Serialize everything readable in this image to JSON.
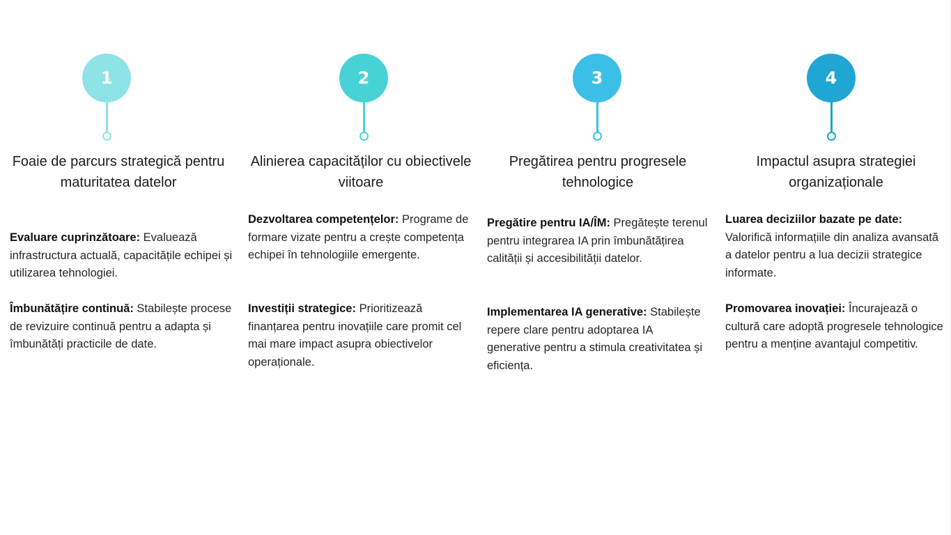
{
  "colors": {
    "step1": "#8ee3e7",
    "step2": "#47d3d6",
    "step3": "#3cbfe7",
    "step4": "#1fa6d2"
  },
  "steps": [
    {
      "number": "1",
      "title": "Foaie de parcurs strategică pentru maturitatea datelor",
      "items": [
        {
          "label": "Evaluare cuprinzătoare:",
          "text": " Evaluează infrastructura actuală, capacitățile echipei și utilizarea tehnologiei."
        },
        {
          "label": "Îmbunătățire continuă:",
          "text": " Stabilește procese de revizuire continuă pentru a adapta și îmbunătăți practicile de date."
        }
      ]
    },
    {
      "number": "2",
      "title": "Alinierea capacităților cu obiectivele viitoare",
      "items": [
        {
          "label": "Dezvoltarea competențelor:",
          "text": " Programe de formare vizate pentru a crește competența echipei în tehnologiile emergente."
        },
        {
          "label": "Investiții strategice:",
          "text": " Prioritizează finanțarea pentru inovațiile care promit cel mai mare impact asupra obiectivelor operaționale."
        }
      ]
    },
    {
      "number": "3",
      "title": "Pregătirea pentru progresele tehnologice",
      "items": [
        {
          "label": "Pregătire pentru IA/ÎM:",
          "text": " Pregătește terenul pentru integrarea IA prin îmbunătățirea calității și accesibilității datelor."
        },
        {
          "label": "Implementarea IA generative:",
          "text": " Stabilește repere clare pentru adoptarea IA generative pentru a stimula creativitatea și eficiența."
        }
      ]
    },
    {
      "number": "4",
      "title": "Impactul asupra strategiei organizaționale",
      "items": [
        {
          "label": "Luarea deciziilor bazate pe date:",
          "text": " Valorifică informațiile din analiza avansată a datelor pentru a lua decizii strategice informate."
        },
        {
          "label": "Promovarea inovației:",
          "text": " Încurajează o cultură care adoptă progresele tehnologice pentru a menține avantajul competitiv."
        }
      ]
    }
  ]
}
